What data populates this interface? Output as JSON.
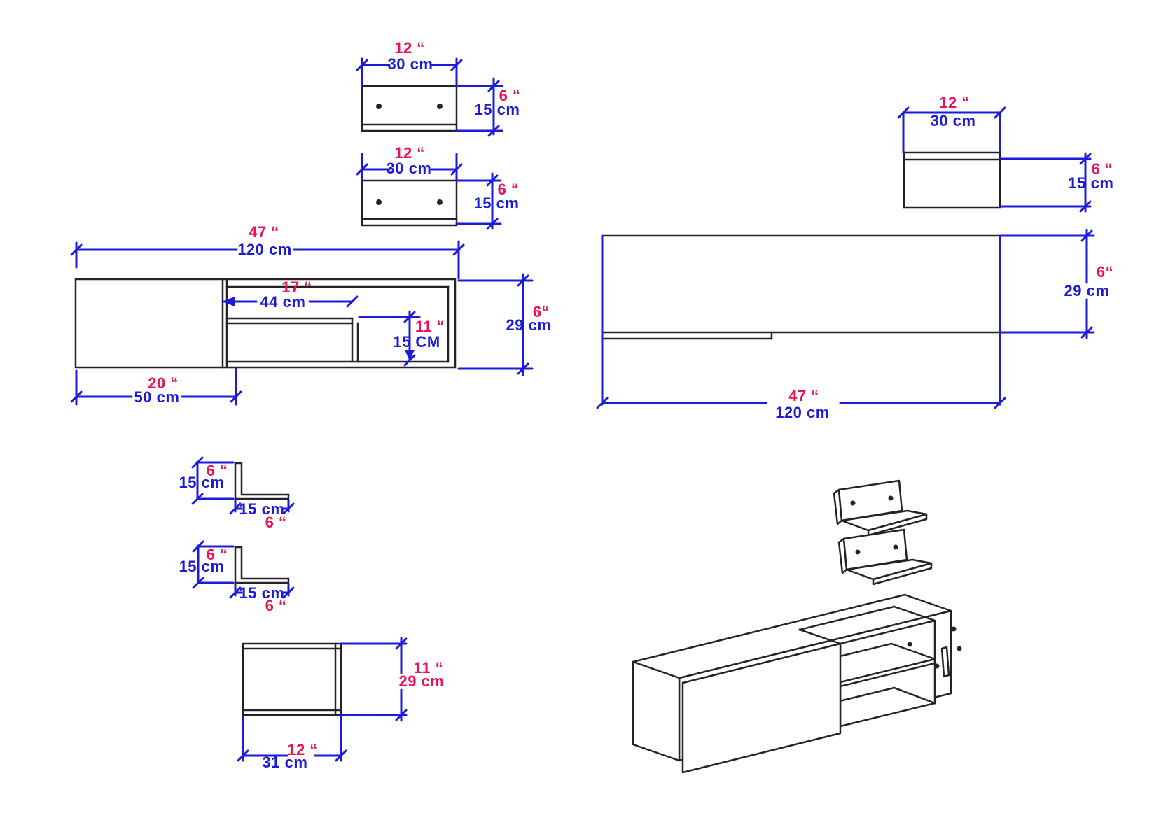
{
  "drawing_title": "TV stand and wall shelves dimension drawing",
  "colors": {
    "dimension_blue": "#1b1bd8",
    "dimension_red": "#ec1256",
    "outline_black": "#23232b",
    "background": "#ffffff"
  },
  "figures": {
    "shelf_front_a": {
      "width_in": "12 “",
      "width_cm": "30 cm",
      "height_in": "6 “",
      "height_cm": "15 cm"
    },
    "shelf_front_b": {
      "width_in": "12 “",
      "width_cm": "30 cm",
      "height_in": "6 “",
      "height_cm": "15 cm"
    },
    "tv_front": {
      "width_in": "47 “",
      "width_cm": "120 cm",
      "inner_width_in": "17 “",
      "inner_width_cm": "44 cm",
      "inner_height_in": "11 “",
      "inner_height_cm": "15 CM",
      "height_in": "6“",
      "height_cm": "29 cm",
      "door_width_in": "20 “",
      "door_width_cm": "50 cm"
    },
    "shelf_side": {
      "width_in": "12 “",
      "width_cm": "30 cm",
      "height_in": "6 “",
      "height_cm": "15 cm"
    },
    "tv_top": {
      "width_in": "47 “",
      "width_cm": "120 cm",
      "depth_in": "6“",
      "depth_cm": "29 cm"
    },
    "bracket_a": {
      "height_in": "6 “",
      "height_cm": "15 cm",
      "depth_cm": "15 cm",
      "depth_in": "6 “"
    },
    "bracket_b": {
      "height_in": "6 “",
      "height_cm": "15 cm",
      "depth_cm": "15 cm",
      "depth_in": "6 “"
    },
    "tv_side": {
      "height_in": "11 “",
      "height_cm": "29 cm",
      "width_in": "12 “",
      "width_cm": "31 cm"
    }
  }
}
